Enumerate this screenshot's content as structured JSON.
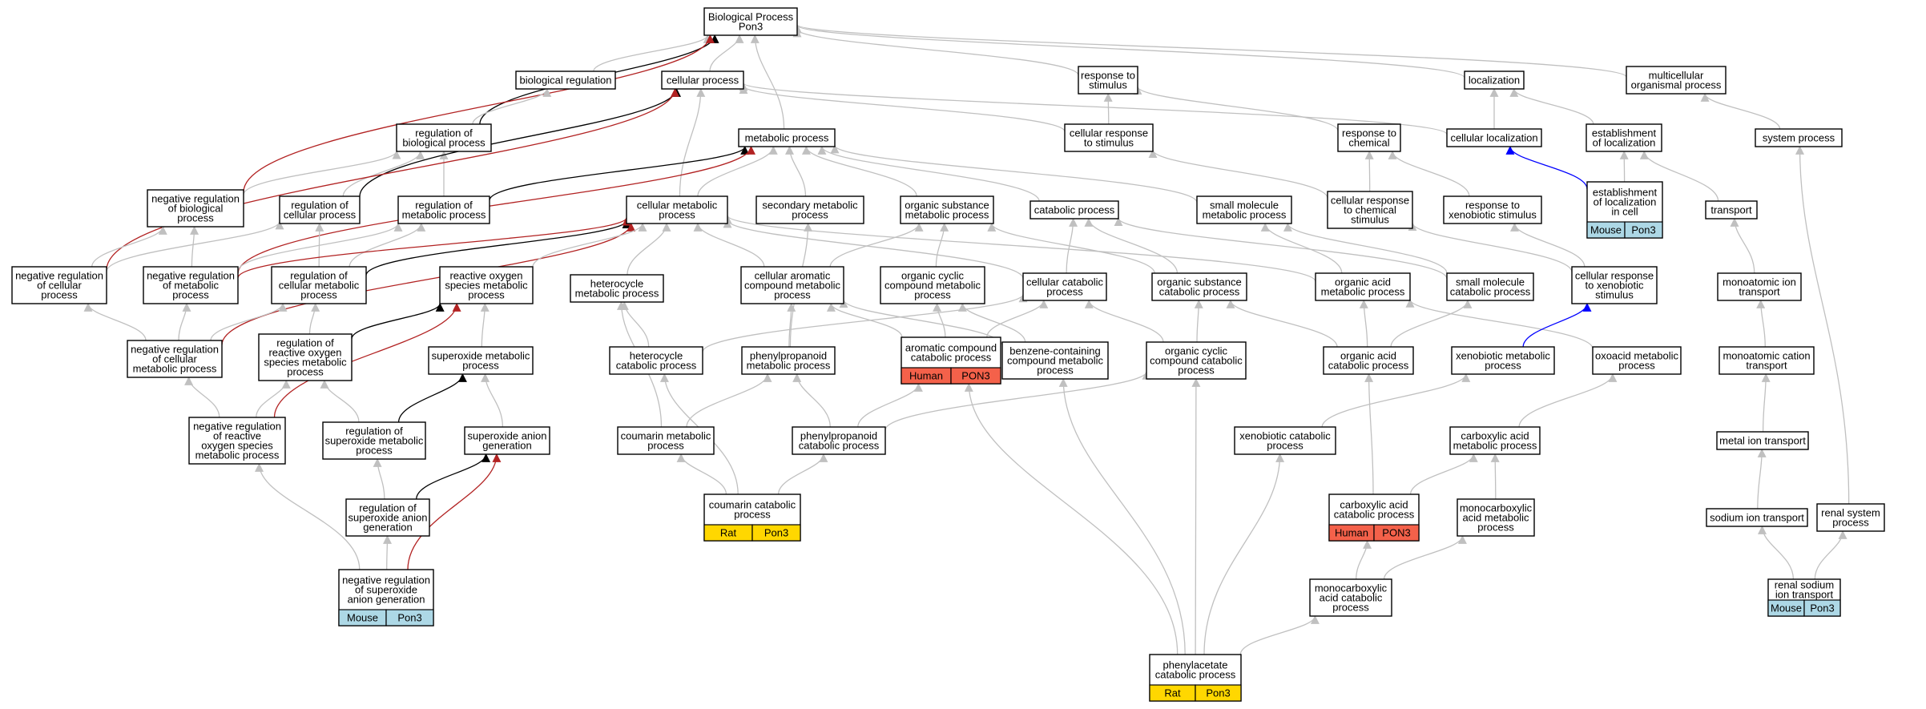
{
  "colors": {
    "edge_default": "#c0c0c0",
    "edge_black": "#000000",
    "edge_red": "#b22222",
    "edge_blue": "#0000ff",
    "badge_mouse": "#add8e6",
    "badge_rat": "#ffd700",
    "badge_human": "#f4614a"
  },
  "nodes": [
    {
      "id": "bp",
      "lines": [
        "Biological Process",
        "Pon3"
      ]
    },
    {
      "id": "biolreg",
      "lines": [
        "biological regulation"
      ]
    },
    {
      "id": "cellproc",
      "lines": [
        "cellular process"
      ]
    },
    {
      "id": "respstim",
      "lines": [
        "response to",
        "stimulus"
      ]
    },
    {
      "id": "local",
      "lines": [
        "localization"
      ]
    },
    {
      "id": "multi",
      "lines": [
        "multicellular",
        "organismal process"
      ]
    },
    {
      "id": "regbio",
      "lines": [
        "regulation of",
        "biological process"
      ]
    },
    {
      "id": "metproc",
      "lines": [
        "metabolic process"
      ]
    },
    {
      "id": "cellresp",
      "lines": [
        "cellular response",
        "to stimulus"
      ]
    },
    {
      "id": "respchem",
      "lines": [
        "response to",
        "chemical"
      ]
    },
    {
      "id": "cellloc",
      "lines": [
        "cellular localization"
      ]
    },
    {
      "id": "estloc",
      "lines": [
        "establishment",
        "of localization"
      ]
    },
    {
      "id": "sysproc",
      "lines": [
        "system process"
      ]
    },
    {
      "id": "negregbio",
      "lines": [
        "negative regulation",
        "of biological",
        "process"
      ]
    },
    {
      "id": "regcell",
      "lines": [
        "regulation of",
        "cellular process"
      ]
    },
    {
      "id": "regmet",
      "lines": [
        "regulation of",
        "metabolic process"
      ]
    },
    {
      "id": "cellmet",
      "lines": [
        "cellular metabolic",
        "process"
      ]
    },
    {
      "id": "secmet",
      "lines": [
        "secondary metabolic",
        "process"
      ]
    },
    {
      "id": "orgsub",
      "lines": [
        "organic substance",
        "metabolic process"
      ]
    },
    {
      "id": "catab",
      "lines": [
        "catabolic process"
      ]
    },
    {
      "id": "smallmol",
      "lines": [
        "small molecule",
        "metabolic process"
      ]
    },
    {
      "id": "cellrespchem",
      "lines": [
        "cellular response",
        "to chemical",
        "stimulus"
      ]
    },
    {
      "id": "respxeno",
      "lines": [
        "response to",
        "xenobiotic stimulus"
      ]
    },
    {
      "id": "estloccell",
      "lines": [
        "establishment",
        "of localization",
        "in cell"
      ],
      "badge": [
        "Mouse",
        "Pon3"
      ],
      "badge_color": "mouse"
    },
    {
      "id": "transport",
      "lines": [
        "transport"
      ]
    },
    {
      "id": "negregcell",
      "lines": [
        "negative regulation",
        "of cellular",
        "process"
      ]
    },
    {
      "id": "negregmet",
      "lines": [
        "negative regulation",
        "of metabolic",
        "process"
      ]
    },
    {
      "id": "regcellmet",
      "lines": [
        "regulation of",
        "cellular metabolic",
        "process"
      ]
    },
    {
      "id": "ros",
      "lines": [
        "reactive oxygen",
        "species metabolic",
        "process"
      ]
    },
    {
      "id": "hetmet",
      "lines": [
        "heterocycle",
        "metabolic process"
      ]
    },
    {
      "id": "cellarom",
      "lines": [
        "cellular aromatic",
        "compound metabolic",
        "process"
      ]
    },
    {
      "id": "orgcyc",
      "lines": [
        "organic cyclic",
        "compound metabolic",
        "process"
      ]
    },
    {
      "id": "cellcat",
      "lines": [
        "cellular catabolic",
        "process"
      ]
    },
    {
      "id": "orgsubcat",
      "lines": [
        "organic substance",
        "catabolic process"
      ]
    },
    {
      "id": "orgacid",
      "lines": [
        "organic acid",
        "metabolic process"
      ]
    },
    {
      "id": "smallmolcat",
      "lines": [
        "small molecule",
        "catabolic process"
      ]
    },
    {
      "id": "cellrespxeno",
      "lines": [
        "cellular response",
        "to xenobiotic",
        "stimulus"
      ]
    },
    {
      "id": "monoion",
      "lines": [
        "monoatomic ion",
        "transport"
      ]
    },
    {
      "id": "negregcellmet",
      "lines": [
        "negative regulation",
        "of cellular",
        "metabolic process"
      ]
    },
    {
      "id": "regros",
      "lines": [
        "regulation of",
        "reactive oxygen",
        "species metabolic",
        "process"
      ]
    },
    {
      "id": "supmet",
      "lines": [
        "superoxide metabolic",
        "process"
      ]
    },
    {
      "id": "hetcat",
      "lines": [
        "heterocycle",
        "catabolic process"
      ]
    },
    {
      "id": "phenmet",
      "lines": [
        "phenylpropanoid",
        "metabolic process"
      ]
    },
    {
      "id": "aromcat",
      "lines": [
        "aromatic compound",
        "catabolic process"
      ],
      "badge": [
        "Human",
        "PON3"
      ],
      "badge_color": "human"
    },
    {
      "id": "benz",
      "lines": [
        "benzene-containing",
        "compound metabolic",
        "process"
      ]
    },
    {
      "id": "orgcyccat",
      "lines": [
        "organic cyclic",
        "compound catabolic",
        "process"
      ]
    },
    {
      "id": "orgacidcat",
      "lines": [
        "organic acid",
        "catabolic process"
      ]
    },
    {
      "id": "xenomet",
      "lines": [
        "xenobiotic metabolic",
        "process"
      ]
    },
    {
      "id": "oxoacid",
      "lines": [
        "oxoacid metabolic",
        "process"
      ]
    },
    {
      "id": "monocation",
      "lines": [
        "monoatomic cation",
        "transport"
      ]
    },
    {
      "id": "negregros",
      "lines": [
        "negative regulation",
        "of reactive",
        "oxygen species",
        "metabolic process"
      ]
    },
    {
      "id": "regsupmet",
      "lines": [
        "regulation of",
        "superoxide metabolic",
        "process"
      ]
    },
    {
      "id": "supgen",
      "lines": [
        "superoxide anion",
        "generation"
      ]
    },
    {
      "id": "coummet",
      "lines": [
        "coumarin metabolic",
        "process"
      ]
    },
    {
      "id": "phencat",
      "lines": [
        "phenylpropanoid",
        "catabolic process"
      ]
    },
    {
      "id": "xenocat",
      "lines": [
        "xenobiotic catabolic",
        "process"
      ]
    },
    {
      "id": "carbmet",
      "lines": [
        "carboxylic acid",
        "metabolic process"
      ]
    },
    {
      "id": "metalion",
      "lines": [
        "metal ion transport"
      ]
    },
    {
      "id": "regsupgen",
      "lines": [
        "regulation of",
        "superoxide anion",
        "generation"
      ]
    },
    {
      "id": "coumcat",
      "lines": [
        "coumarin catabolic",
        "process"
      ],
      "badge": [
        "Rat",
        "Pon3"
      ],
      "badge_color": "rat"
    },
    {
      "id": "carbcat",
      "lines": [
        "carboxylic acid",
        "catabolic process"
      ],
      "badge": [
        "Human",
        "PON3"
      ],
      "badge_color": "human"
    },
    {
      "id": "monocarbmet",
      "lines": [
        "monocarboxylic",
        "acid metabolic",
        "process"
      ]
    },
    {
      "id": "sodium",
      "lines": [
        "sodium ion transport"
      ]
    },
    {
      "id": "renalsys",
      "lines": [
        "renal system",
        "process"
      ]
    },
    {
      "id": "negregsup",
      "lines": [
        "negative regulation",
        "of superoxide",
        "anion generation"
      ],
      "badge": [
        "Mouse",
        "Pon3"
      ],
      "badge_color": "mouse"
    },
    {
      "id": "monocarbcat",
      "lines": [
        "monocarboxylic",
        "acid catabolic",
        "process"
      ]
    },
    {
      "id": "renalsod",
      "lines": [
        "renal sodium",
        "ion transport"
      ],
      "badge": [
        "Mouse",
        "Pon3"
      ],
      "badge_color": "mouse"
    },
    {
      "id": "phenylacet",
      "lines": [
        "phenylacetate",
        "catabolic process"
      ],
      "badge": [
        "Rat",
        "Pon3"
      ],
      "badge_color": "rat"
    }
  ],
  "edges": [
    {
      "from": "biolreg",
      "to": "bp",
      "kind": "default"
    },
    {
      "from": "cellproc",
      "to": "bp",
      "kind": "default"
    },
    {
      "from": "respstim",
      "to": "bp",
      "kind": "default"
    },
    {
      "from": "local",
      "to": "bp",
      "kind": "default"
    },
    {
      "from": "multi",
      "to": "bp",
      "kind": "default"
    },
    {
      "from": "metproc",
      "to": "bp",
      "kind": "default"
    },
    {
      "from": "regbio",
      "to": "bp",
      "kind": "black"
    },
    {
      "from": "negregbio",
      "to": "bp",
      "kind": "red"
    },
    {
      "from": "regbio",
      "to": "biolreg",
      "kind": "default"
    },
    {
      "from": "regcell",
      "to": "regbio",
      "kind": "default"
    },
    {
      "from": "regmet",
      "to": "regbio",
      "kind": "default"
    },
    {
      "from": "negregbio",
      "to": "regbio",
      "kind": "default"
    },
    {
      "from": "regcell",
      "to": "cellproc",
      "kind": "black"
    },
    {
      "from": "negregcell",
      "to": "cellproc",
      "kind": "red"
    },
    {
      "from": "cellresp",
      "to": "cellproc",
      "kind": "default"
    },
    {
      "from": "cellloc",
      "to": "cellproc",
      "kind": "default"
    },
    {
      "from": "cellmet",
      "to": "cellproc",
      "kind": "default"
    },
    {
      "from": "cellresp",
      "to": "respstim",
      "kind": "default"
    },
    {
      "from": "respchem",
      "to": "respstim",
      "kind": "default"
    },
    {
      "from": "cellloc",
      "to": "local",
      "kind": "default"
    },
    {
      "from": "estloc",
      "to": "local",
      "kind": "default"
    },
    {
      "from": "sysproc",
      "to": "multi",
      "kind": "default"
    },
    {
      "from": "regmet",
      "to": "metproc",
      "kind": "black"
    },
    {
      "from": "negregmet",
      "to": "metproc",
      "kind": "red"
    },
    {
      "from": "cellmet",
      "to": "metproc",
      "kind": "default"
    },
    {
      "from": "secmet",
      "to": "metproc",
      "kind": "default"
    },
    {
      "from": "orgsub",
      "to": "metproc",
      "kind": "default"
    },
    {
      "from": "catab",
      "to": "metproc",
      "kind": "default"
    },
    {
      "from": "smallmol",
      "to": "metproc",
      "kind": "default"
    },
    {
      "from": "cellrespchem",
      "to": "cellresp",
      "kind": "default"
    },
    {
      "from": "cellrespchem",
      "to": "respchem",
      "kind": "default"
    },
    {
      "from": "respxeno",
      "to": "respchem",
      "kind": "default"
    },
    {
      "from": "estloccell",
      "to": "cellloc",
      "kind": "blue"
    },
    {
      "from": "estloccell",
      "to": "estloc",
      "kind": "default"
    },
    {
      "from": "transport",
      "to": "estloc",
      "kind": "default"
    },
    {
      "from": "renalsys",
      "to": "sysproc",
      "kind": "default"
    },
    {
      "from": "negregcell",
      "to": "negregbio",
      "kind": "default"
    },
    {
      "from": "negregmet",
      "to": "negregbio",
      "kind": "default"
    },
    {
      "from": "negregcell",
      "to": "regcell",
      "kind": "default"
    },
    {
      "from": "regcellmet",
      "to": "regcell",
      "kind": "default"
    },
    {
      "from": "negregmet",
      "to": "regmet",
      "kind": "default"
    },
    {
      "from": "regcellmet",
      "to": "regmet",
      "kind": "default"
    },
    {
      "from": "regcellmet",
      "to": "cellmet",
      "kind": "black"
    },
    {
      "from": "negregcellmet",
      "to": "cellmet",
      "kind": "red"
    },
    {
      "from": "negregmet",
      "to": "cellmet",
      "kind": "red"
    },
    {
      "from": "ros",
      "to": "cellmet",
      "kind": "default"
    },
    {
      "from": "hetmet",
      "to": "cellmet",
      "kind": "default"
    },
    {
      "from": "cellarom",
      "to": "cellmet",
      "kind": "default"
    },
    {
      "from": "cellcat",
      "to": "cellmet",
      "kind": "default"
    },
    {
      "from": "orgacid",
      "to": "cellmet",
      "kind": "default"
    },
    {
      "from": "cellarom",
      "to": "orgsub",
      "kind": "default"
    },
    {
      "from": "orgcyc",
      "to": "orgsub",
      "kind": "default"
    },
    {
      "from": "orgsubcat",
      "to": "orgsub",
      "kind": "default"
    },
    {
      "from": "orgsubcat",
      "to": "catab",
      "kind": "default"
    },
    {
      "from": "cellcat",
      "to": "catab",
      "kind": "default"
    },
    {
      "from": "smallmolcat",
      "to": "catab",
      "kind": "default"
    },
    {
      "from": "phenmet",
      "to": "secmet",
      "kind": "default"
    },
    {
      "from": "orgacid",
      "to": "smallmol",
      "kind": "default"
    },
    {
      "from": "smallmolcat",
      "to": "smallmol",
      "kind": "default"
    },
    {
      "from": "cellrespxeno",
      "to": "cellrespchem",
      "kind": "default"
    },
    {
      "from": "cellrespxeno",
      "to": "respxeno",
      "kind": "default"
    },
    {
      "from": "monoion",
      "to": "transport",
      "kind": "default"
    },
    {
      "from": "negregcellmet",
      "to": "negregcell",
      "kind": "default"
    },
    {
      "from": "negregcellmet",
      "to": "negregmet",
      "kind": "default"
    },
    {
      "from": "negregcellmet",
      "to": "regcellmet",
      "kind": "default"
    },
    {
      "from": "regros",
      "to": "regcellmet",
      "kind": "default"
    },
    {
      "from": "regros",
      "to": "ros",
      "kind": "black"
    },
    {
      "from": "negregros",
      "to": "ros",
      "kind": "red"
    },
    {
      "from": "supmet",
      "to": "ros",
      "kind": "default"
    },
    {
      "from": "hetcat",
      "to": "hetmet",
      "kind": "default"
    },
    {
      "from": "coummet",
      "to": "hetmet",
      "kind": "default"
    },
    {
      "from": "phenmet",
      "to": "cellarom",
      "kind": "default"
    },
    {
      "from": "aromcat",
      "to": "cellarom",
      "kind": "default"
    },
    {
      "from": "benz",
      "to": "cellarom",
      "kind": "default"
    },
    {
      "from": "aromcat",
      "to": "orgcyc",
      "kind": "default"
    },
    {
      "from": "benz",
      "to": "orgcyc",
      "kind": "default"
    },
    {
      "from": "hetcat",
      "to": "cellcat",
      "kind": "default"
    },
    {
      "from": "aromcat",
      "to": "cellcat",
      "kind": "default"
    },
    {
      "from": "orgcyccat",
      "to": "cellcat",
      "kind": "default"
    },
    {
      "from": "orgcyccat",
      "to": "orgsubcat",
      "kind": "default"
    },
    {
      "from": "orgacidcat",
      "to": "orgsubcat",
      "kind": "default"
    },
    {
      "from": "orgacidcat",
      "to": "orgacid",
      "kind": "default"
    },
    {
      "from": "oxoacid",
      "to": "orgacid",
      "kind": "default"
    },
    {
      "from": "orgacidcat",
      "to": "smallmolcat",
      "kind": "default"
    },
    {
      "from": "xenomet",
      "to": "cellrespxeno",
      "kind": "blue"
    },
    {
      "from": "monocation",
      "to": "monoion",
      "kind": "default"
    },
    {
      "from": "negregros",
      "to": "negregcellmet",
      "kind": "default"
    },
    {
      "from": "negregros",
      "to": "regros",
      "kind": "default"
    },
    {
      "from": "regsupmet",
      "to": "regros",
      "kind": "default"
    },
    {
      "from": "regsupmet",
      "to": "supmet",
      "kind": "black"
    },
    {
      "from": "supgen",
      "to": "supmet",
      "kind": "default"
    },
    {
      "from": "coumcat",
      "to": "hetcat",
      "kind": "default"
    },
    {
      "from": "coummet",
      "to": "phenmet",
      "kind": "default"
    },
    {
      "from": "phencat",
      "to": "phenmet",
      "kind": "default"
    },
    {
      "from": "phencat",
      "to": "aromcat",
      "kind": "default"
    },
    {
      "from": "phenylacet",
      "to": "aromcat",
      "kind": "default"
    },
    {
      "from": "phenylacet",
      "to": "benz",
      "kind": "default"
    },
    {
      "from": "phencat",
      "to": "orgcyccat",
      "kind": "default"
    },
    {
      "from": "phenylacet",
      "to": "orgcyccat",
      "kind": "default"
    },
    {
      "from": "xenocat",
      "to": "xenomet",
      "kind": "default"
    },
    {
      "from": "carbmet",
      "to": "oxoacid",
      "kind": "default"
    },
    {
      "from": "metalion",
      "to": "monocation",
      "kind": "default"
    },
    {
      "from": "negregsup",
      "to": "negregros",
      "kind": "default"
    },
    {
      "from": "regsupgen",
      "to": "regsupmet",
      "kind": "default"
    },
    {
      "from": "regsupgen",
      "to": "supgen",
      "kind": "black"
    },
    {
      "from": "negregsup",
      "to": "supgen",
      "kind": "red"
    },
    {
      "from": "coumcat",
      "to": "coummet",
      "kind": "default"
    },
    {
      "from": "coumcat",
      "to": "phencat",
      "kind": "default"
    },
    {
      "from": "phenylacet",
      "to": "xenocat",
      "kind": "default"
    },
    {
      "from": "carbcat",
      "to": "orgacidcat",
      "kind": "default"
    },
    {
      "from": "carbcat",
      "to": "carbmet",
      "kind": "default"
    },
    {
      "from": "monocarbmet",
      "to": "carbmet",
      "kind": "default"
    },
    {
      "from": "sodium",
      "to": "metalion",
      "kind": "default"
    },
    {
      "from": "negregsup",
      "to": "regsupgen",
      "kind": "default"
    },
    {
      "from": "monocarbcat",
      "to": "carbcat",
      "kind": "default"
    },
    {
      "from": "monocarbcat",
      "to": "monocarbmet",
      "kind": "default"
    },
    {
      "from": "renalsod",
      "to": "sodium",
      "kind": "default"
    },
    {
      "from": "renalsod",
      "to": "renalsys",
      "kind": "default"
    },
    {
      "from": "phenylacet",
      "to": "monocarbcat",
      "kind": "default"
    }
  ]
}
